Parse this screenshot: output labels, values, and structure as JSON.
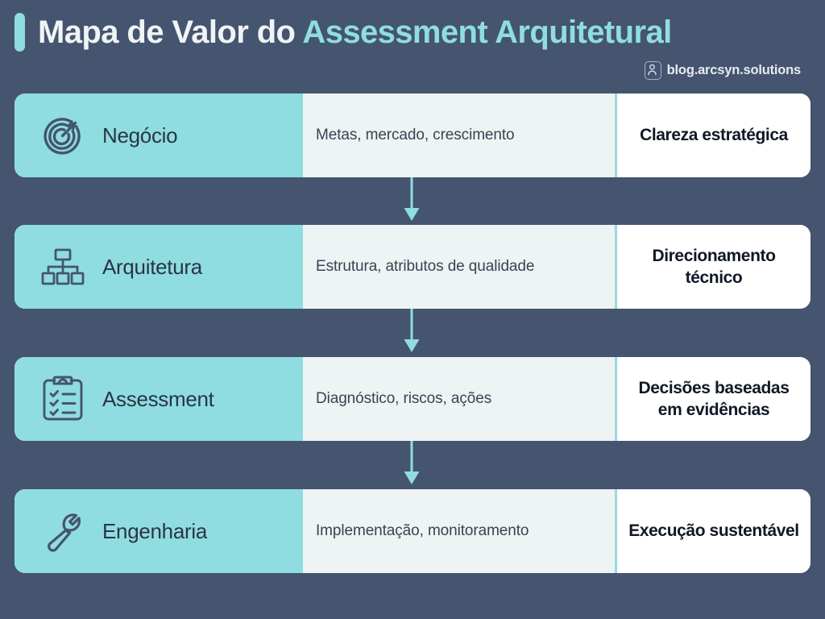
{
  "header": {
    "title_main": "Mapa de Valor do ",
    "title_accent": "Assessment Arquitetural",
    "byline": "blog.arcsyn.solutions",
    "byline_icon": "person-badge-icon",
    "accent_color": "#8fdde0",
    "background_color": "#45546f"
  },
  "diagram": {
    "type": "value-chain-flow",
    "connector_icon": "arrow-down-icon",
    "connector_color": "#8fdde0",
    "rows": [
      {
        "icon": "target-icon",
        "label": "Negócio",
        "description": "Metas, mercado, crescimento",
        "outcome": "Clareza estratégica"
      },
      {
        "icon": "hierarchy-icon",
        "label": "Arquitetura",
        "description": "Estrutura, atributos de qualidade",
        "outcome": "Direcionamento técnico"
      },
      {
        "icon": "clipboard-check-icon",
        "label": "Assessment",
        "description": "Diagnóstico, riscos, ações",
        "outcome": "Decisões baseadas em evidências"
      },
      {
        "icon": "wrench-icon",
        "label": "Engenharia",
        "description": "Implementação, monitoramento",
        "outcome": "Execução sustentável"
      }
    ]
  }
}
